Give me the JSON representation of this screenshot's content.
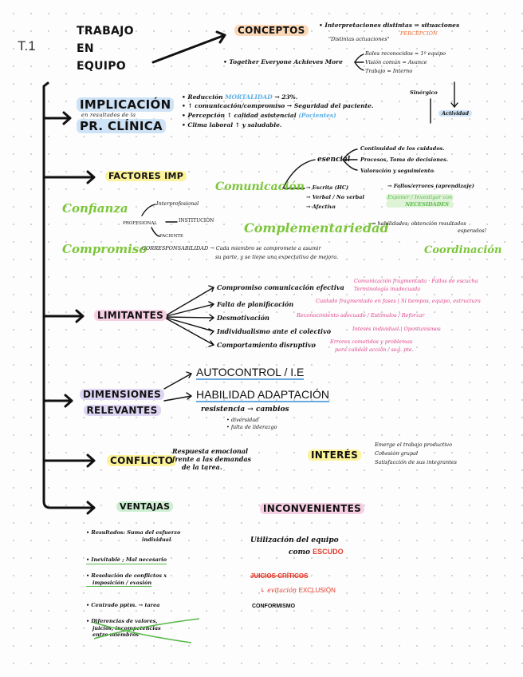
{
  "page_label": "T.1",
  "title": [
    "TRABAJO",
    "EN",
    "EQUIPO"
  ],
  "conceptos": {
    "heading": "CONCEPTOS",
    "line1": "• Interpretaciones distintas ⇒ situaciones",
    "line1_note": "PERCEPCIÓN",
    "line1b": "\"Distintas actuaciones\"",
    "together": "• Together Everyone Achieves More",
    "t1": "Roles reconocidos = 1º equipo",
    "t2": "Visión común = Avance",
    "t3": "Trabajo = Interno",
    "sinergia": "Sinérgico",
    "actividad": "Actividad"
  },
  "implicacion": {
    "heading1": "IMPLICACIÓN",
    "sub": "en resultados de la",
    "heading2": "PR. CLÍNICA",
    "b1": "• Reducción",
    "b1_hl": "MORTALIDAD",
    "b1_end": "→ 23%.",
    "b2": "• ↑ comunicación/compromiso → Seguridad del paciente.",
    "b3": "• Percepción ↑ calidad asistencial",
    "b3_hl": "(Pacientes)",
    "b4": "• Clima laboral ↑ y saludable."
  },
  "factores": {
    "heading": "FACTORES IMP",
    "comunicacion": "Comunicación",
    "esencial": "esencial",
    "e1": "Continuidad de los cuidados.",
    "e2": "Procesos, Toma de decisiones.",
    "e3": "Valoración y seguimiento",
    "escrita": "→ Escrita (HC)",
    "escrita_note": "→ Fallos/errores (aprendizaje)",
    "verbal": "→ Verbal / No verbal",
    "afectiva": "→ Afectiva",
    "necesidades1": "Exponer / Investigar con",
    "necesidades2": "NECESIDADES",
    "confianza": "Confianza",
    "interprofesional": "Interprofesional",
    "profesional": "PROFESIONAL",
    "institucion": "INSTITUCIÓN",
    "paciente": "PACIENTE",
    "complementariedad": "Complementariedad",
    "compl_note1": "⇒ habilidades; obtención resultados",
    "compl_note2": "esperados!",
    "compromiso": "Compromiso",
    "corresp": "CORRESPONSABILIDAD → Cada miembro se compromete a asumir",
    "corresp2": "su parte, y se tiene una expectativa de mejora.",
    "coordinacion": "Coordinación"
  },
  "limitantes": {
    "heading": "LIMITANTES",
    "items": [
      {
        "label": "Compromiso comunicación efectiva",
        "note": "Comunicación fragmentada · Fallos de escucha",
        "note2": "Terminología inadecuada"
      },
      {
        "label": "Falta de planificación",
        "note": "Cuidado fragmentado en fases | Sí tiempos, equipo, estructura",
        "note2": ""
      },
      {
        "label": "Desmotivación",
        "note": "Reconocimiento adecuado / Estímulos / Reforzar",
        "note2": ""
      },
      {
        "label": "Individualismo ante el colectivo",
        "note": "Interés individual | Oportunismos",
        "note2": ""
      },
      {
        "label": "Comportamiento disruptivo",
        "note": "Errores cometidos y problemas",
        "note2": "para calidad acción / seg. pte."
      }
    ]
  },
  "dimensiones": {
    "heading1": "DIMENSIONES",
    "heading2": "RELEVANTES",
    "d1": "AUTOCONTROL / I.E",
    "d2": "HABILIDAD ADAPTACIÓN",
    "d3": "resistencia → cambios",
    "d3a": "• diversidad",
    "d3b": "• falta de liderazgo"
  },
  "conflicto": {
    "heading": "CONFLICTO",
    "text1": "Respuesta emocional",
    "text2": "frente a las demandas",
    "text3": "de la tarea.",
    "interes": "INTERÉS",
    "i1": "Emerge el trabajo productivo",
    "i2": "Cohesión grupal",
    "i3": "Satisfacción de sus integrantes"
  },
  "ventajas": {
    "heading": "VENTAJAS",
    "items": [
      {
        "a": "• Resultados: Suma del esfuerzo",
        "b": "individual"
      },
      {
        "a": "• Inevitable ; Mal necesario",
        "b": ""
      },
      {
        "a": "• Resolución de conflictos x",
        "b": "imposición / evasión"
      },
      {
        "a": "• Centrado pptm. → tarea",
        "b": ""
      },
      {
        "a": "• Diferencias de valores,",
        "b": "juicios, incompetencias",
        "c": "entre miembros"
      }
    ]
  },
  "inconvenientes": {
    "heading": "INCONVENIENTES",
    "u1": "Utilización del equipo",
    "u2": "como",
    "u2_hl": "ESCUDO",
    "juicios": "JUICIOS CRÍTICOS",
    "evitacion": "↳ evitación",
    "exclusion": "EXCLUSIÓN",
    "conformismo": "CONFORMISMO"
  },
  "colors": {
    "ink": "#111111",
    "highlight_blue": "#cfe3f7",
    "highlight_orange": "#fbd9b8",
    "highlight_yellow": "#fbf29a",
    "highlight_pink": "#f6cfe3",
    "highlight_purple": "#ddd5f3",
    "highlight_green": "#cdeed0",
    "accent_green": "#7cc63a",
    "accent_pink": "#e0408a",
    "accent_red": "#e23a2a"
  }
}
